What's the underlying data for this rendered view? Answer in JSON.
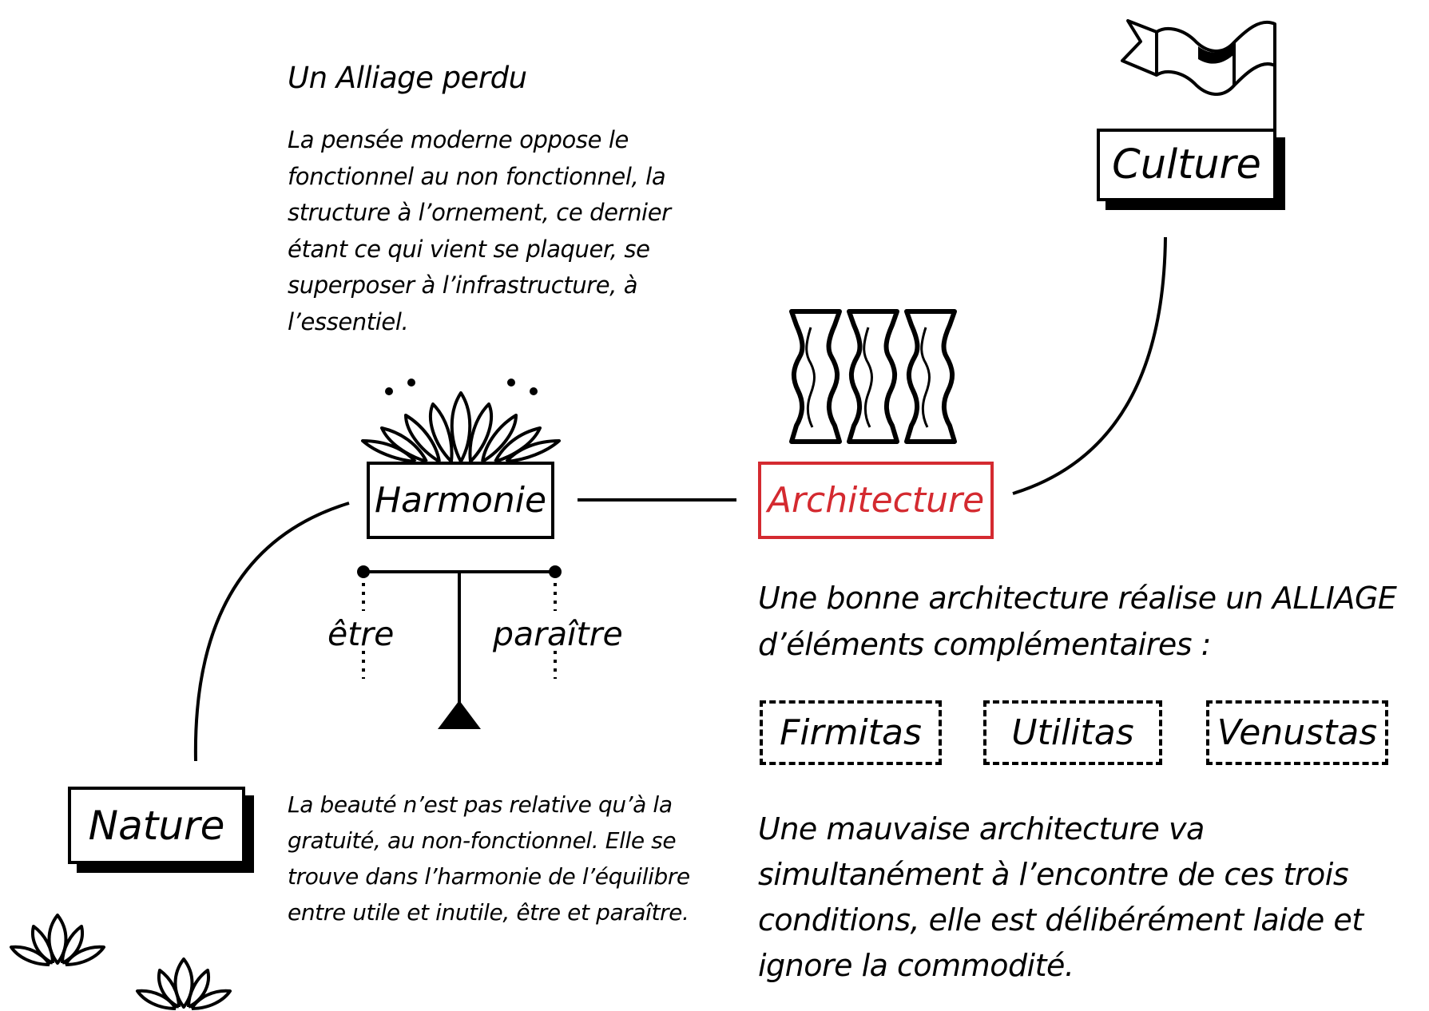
{
  "intro": {
    "title": "Un Alliage perdu",
    "text": "La pensée moderne oppose le fonctionnel au non fonctionnel, la structure à l’ornement, ce dernier étant ce qui vient se plaquer, se superposer à l’infrastructure, à l’essentiel."
  },
  "nodes": {
    "culture": "Culture",
    "harmonie": "Harmonie",
    "architecture": "Architecture",
    "nature": "Nature"
  },
  "balance": {
    "left_label": "être",
    "right_label": "paraître"
  },
  "good_architecture": "Une bonne architecture réalise un ALLIAGE d’éléments complémentaires :",
  "elements": [
    "Firmitas",
    "Utilitas",
    "Venustas"
  ],
  "bad_architecture": "Une mauvaise architecture va simultanément à l’encontre de ces trois conditions, elle est délibérément laide et ignore la commodité.",
  "beauty_note": "La beauté n’est pas relative qu’à la gratuité, au non-fonctionnel. Elle se trouve dans l’harmonie de l’équilibre entre utile et inutile, être et paraître.",
  "colors": {
    "ink": "#000000",
    "accent": "#d42a30",
    "background": "#ffffff"
  },
  "icons": [
    "flag-icon",
    "balusters-icon",
    "plant-icon",
    "balance-scale-icon",
    "lotus-icon"
  ]
}
